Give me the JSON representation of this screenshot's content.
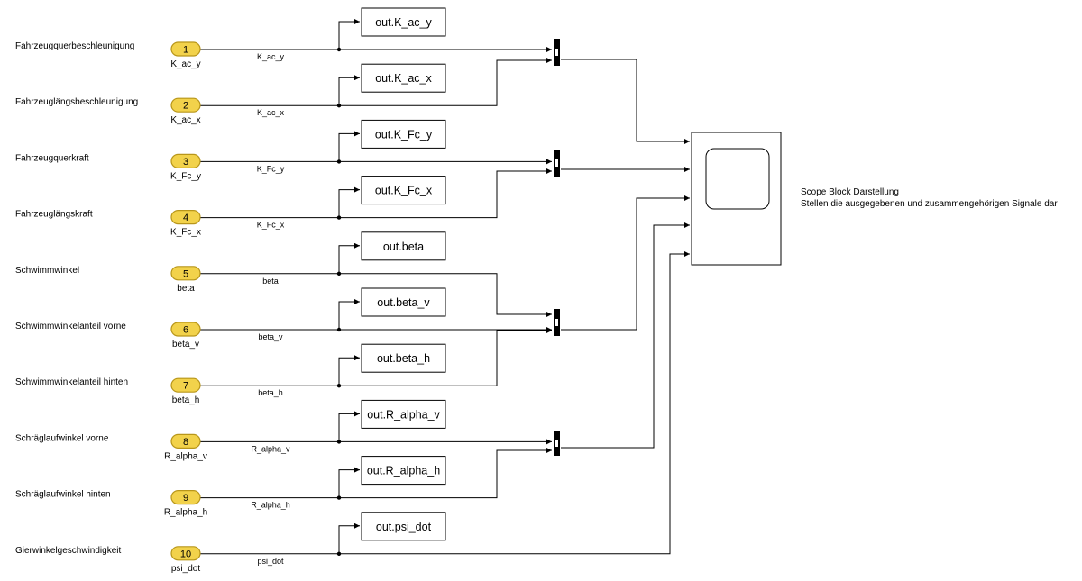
{
  "inports": [
    {
      "num": "1",
      "name": "K_ac_y",
      "description": "Fahrzeugquerbeschleunigung",
      "signal": "K_ac_y",
      "output": "out.K_ac_y"
    },
    {
      "num": "2",
      "name": "K_ac_x",
      "description": "Fahrzeuglängsbeschleunigung",
      "signal": "K_ac_x",
      "output": "out.K_ac_x"
    },
    {
      "num": "3",
      "name": "K_Fc_y",
      "description": "Fahrzeugquerkraft",
      "signal": "K_Fc_y",
      "output": "out.K_Fc_y"
    },
    {
      "num": "4",
      "name": "K_Fc_x",
      "description": "Fahrzeuglängskraft",
      "signal": "K_Fc_x",
      "output": "out.K_Fc_x"
    },
    {
      "num": "5",
      "name": "beta",
      "description": "Schwimmwinkel",
      "signal": "beta",
      "output": "out.beta"
    },
    {
      "num": "6",
      "name": "beta_v",
      "description": "Schwimmwinkelanteil vorne",
      "signal": "beta_v",
      "output": "out.beta_v"
    },
    {
      "num": "7",
      "name": "beta_h",
      "description": "Schwimmwinkelanteil hinten",
      "signal": "beta_h",
      "output": "out.beta_h"
    },
    {
      "num": "8",
      "name": "R_alpha_v",
      "description": "Schräglaufwinkel vorne",
      "signal": "R_alpha_v",
      "output": "out.R_alpha_v"
    },
    {
      "num": "9",
      "name": "R_alpha_h",
      "description": "Schräglaufwinkel hinten",
      "signal": "R_alpha_h",
      "output": "out.R_alpha_h"
    },
    {
      "num": "10",
      "name": "psi_dot",
      "description": "Gierwinkelgeschwindigkeit",
      "signal": "psi_dot",
      "output": "out.psi_dot"
    }
  ],
  "annotation": {
    "title": "Scope Block Darstellung",
    "body": "Stellen die ausgegebenen und zusammengehörigen Signale dar"
  },
  "colors": {
    "inport_fill": "#f2d24b",
    "inport_stroke": "#b8961a",
    "line": "#000000",
    "scope_border": "#000000"
  }
}
